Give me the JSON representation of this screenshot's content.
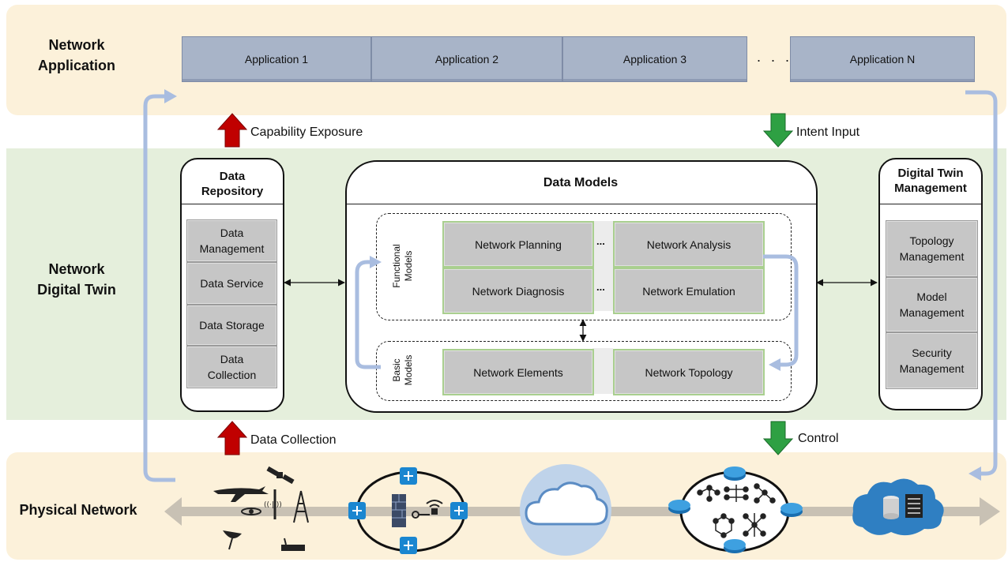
{
  "layers": {
    "application": [
      "Network",
      "Application"
    ],
    "twin": [
      "Network",
      "Digital Twin"
    ],
    "physical": "Physical Network"
  },
  "applications": [
    "Application 1",
    "Application 2",
    "Application 3",
    "Application N"
  ],
  "app_ellipsis": ". . .",
  "flows": {
    "capability_exposure": "Capability Exposure",
    "intent_input": "Intent Input",
    "data_collection": "Data Collection",
    "control": "Control"
  },
  "data_repository": {
    "title": [
      "Data",
      "Repository"
    ],
    "items": [
      [
        "Data",
        "Management"
      ],
      [
        "Data Service"
      ],
      [
        "Data Storage"
      ],
      [
        "Data",
        "Collection"
      ]
    ]
  },
  "data_models": {
    "title": "Data Models",
    "functional_label": [
      "Functional",
      "Models"
    ],
    "basic_label": [
      "Basic",
      "Models"
    ],
    "functional": [
      "Network Planning",
      "Network Analysis",
      "Network Diagnosis",
      "Network Emulation"
    ],
    "basic": [
      "Network Elements",
      "Network Topology"
    ],
    "ellipsis": "..."
  },
  "twin_management": {
    "title": [
      "Digital Twin",
      "Management"
    ],
    "items": [
      [
        "Topology",
        "Management"
      ],
      [
        "Model",
        "Management"
      ],
      [
        "Security",
        "Management"
      ]
    ]
  },
  "icons": [
    "airplane-icon",
    "satellite-icon",
    "drone-icon",
    "antenna-tower-icon",
    "satellite-dish-icon",
    "router-icon",
    "switch-icon",
    "firewall-icon",
    "key-icon",
    "wifi-lock-icon",
    "cloud-icon",
    "server-cloud-icon",
    "database-icon"
  ],
  "colors": {
    "app_band": "#fcf1da",
    "twin_band": "#e5efdc",
    "app_box": "#a8b4c8",
    "model_box": "#c6c6c6",
    "loop_arrow": "#a9bde0",
    "up_arrow": "#c00000",
    "down_arrow": "#2ea043",
    "network_line": "#c8c1b4"
  }
}
